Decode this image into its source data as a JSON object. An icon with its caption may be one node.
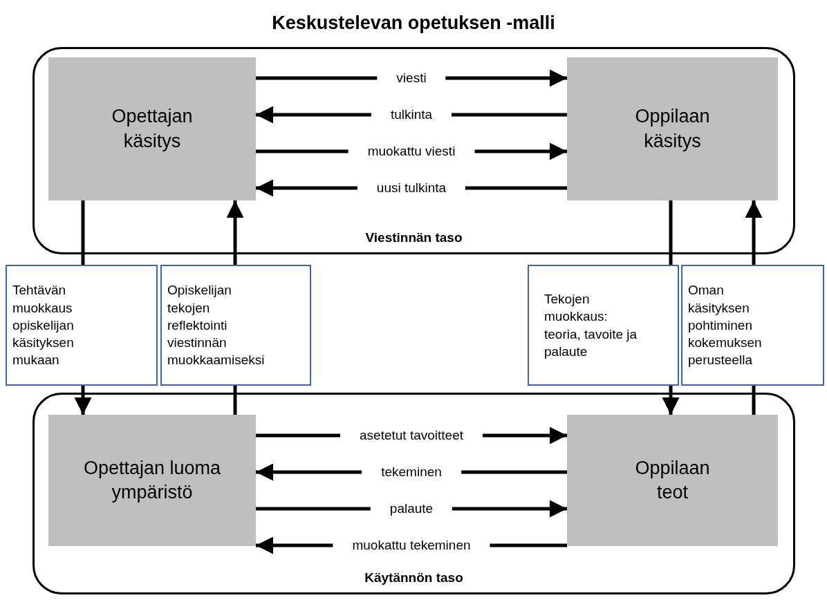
{
  "diagram": {
    "title": "Keskustelevan opetuksen -malli",
    "nodes": [
      {
        "text": [
          "Viestinnän taso"
        ]
      },
      {
        "text": [
          "Opettajan käsitys"
        ],
        "in": 0
      },
      {
        "text": [
          "Oppilaan käsitys"
        ],
        "in": 0
      },
      {
        "text": [
          "Tehtävän muokkaus opiskelijan käsityksen mukaan"
        ]
      },
      {
        "text": [
          "Opiskelijan tekojen reflektointi viestinnän muokkaamiseksi"
        ]
      },
      {
        "text": [
          "Tekojen muokkaus: teoria, tavoite ja palaute"
        ]
      },
      {
        "text": [
          "Oman käsityksen pohtiminen kokemuksen perusteella"
        ]
      },
      {
        "text": [
          "Käytännön taso"
        ]
      },
      {
        "text": [
          "Opettajan luoma ympäristö"
        ],
        "in": 7
      },
      {
        "text": [
          "Oppilaan teot"
        ],
        "in": 7
      }
    ],
    "edges": [
      {
        "from": 1,
        "to": 2,
        "arrow": "to",
        "label": "viesti"
      },
      {
        "from": 2,
        "to": 1,
        "arrow": "to",
        "label": "tulkinta"
      },
      {
        "from": 1,
        "to": 2,
        "arrow": "to",
        "label": "muokattu viesti"
      },
      {
        "from": 2,
        "to": 1,
        "arrow": "to",
        "label": "uusi tulkinta"
      },
      {
        "from": 8,
        "to": 9,
        "arrow": "to",
        "label": "asetetut tavoitteet"
      },
      {
        "from": 9,
        "to": 8,
        "arrow": "to",
        "label": "tekeminen"
      },
      {
        "from": 8,
        "to": 9,
        "arrow": "to",
        "label": "palaute"
      },
      {
        "from": 9,
        "to": 8,
        "arrow": "to",
        "label": "muokattu tekeminen"
      },
      {
        "from": 1,
        "to": 3,
        "arrow": "none"
      },
      {
        "from": 3,
        "to": 8,
        "arrow": "to"
      },
      {
        "from": 8,
        "to": 4,
        "arrow": "none"
      },
      {
        "from": 4,
        "to": 1,
        "arrow": "to"
      },
      {
        "from": 2,
        "to": 5,
        "arrow": "none"
      },
      {
        "from": 5,
        "to": 9,
        "arrow": "to"
      },
      {
        "from": 9,
        "to": 6,
        "arrow": "none"
      },
      {
        "from": 6,
        "to": 2,
        "arrow": "to"
      }
    ]
  }
}
